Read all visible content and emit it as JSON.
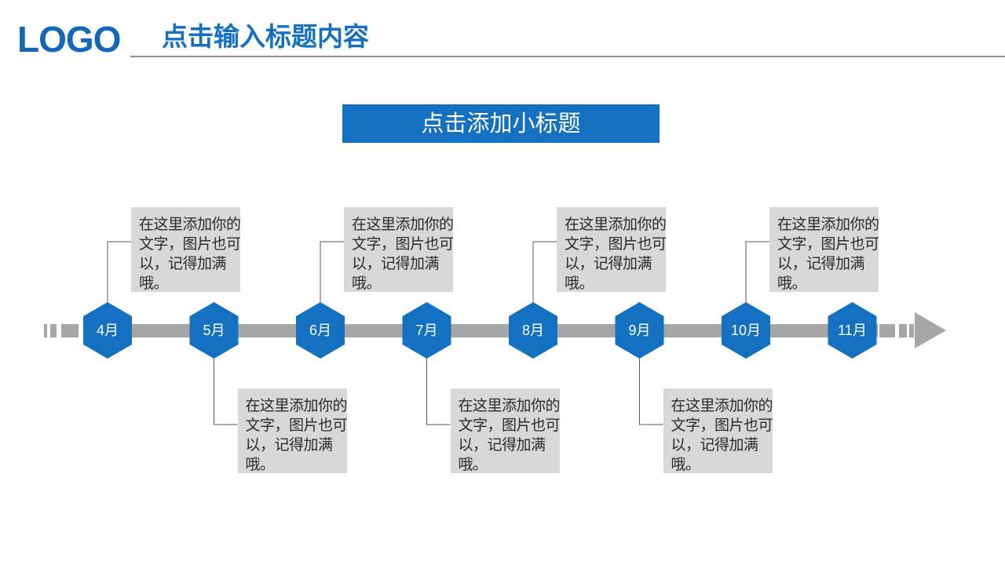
{
  "header": {
    "logo": "LOGO",
    "title": "点击输入标题内容"
  },
  "subtitle": "点击添加小标题",
  "timeline": {
    "months": [
      "4月",
      "5月",
      "6月",
      "7月",
      "8月",
      "9月",
      "10月",
      "11月"
    ],
    "notes": [
      {
        "month": "4月",
        "position": "above",
        "text": "在这里添加你的文字，图片也可以，记得加满哦。"
      },
      {
        "month": "5月",
        "position": "below",
        "text": "在这里添加你的文字，图片也可以，记得加满哦。"
      },
      {
        "month": "6月",
        "position": "above",
        "text": "在这里添加你的文字，图片也可以，记得加满哦。"
      },
      {
        "month": "7月",
        "position": "below",
        "text": "在这里添加你的文字，图片也可以，记得加满哦。"
      },
      {
        "month": "8月",
        "position": "above",
        "text": "在这里添加你的文字，图片也可以，记得加满哦。"
      },
      {
        "month": "9月",
        "position": "below",
        "text": "在这里添加你的文字，图片也可以，记得加满哦。"
      },
      {
        "month": "10月",
        "position": "above",
        "text": "在这里添加你的文字，图片也可以，记得加满哦。"
      }
    ]
  },
  "colors": {
    "accent": "#1470c0",
    "track": "#a6a6a6",
    "note_bg": "#d8d8d8",
    "connector": "#555555"
  }
}
